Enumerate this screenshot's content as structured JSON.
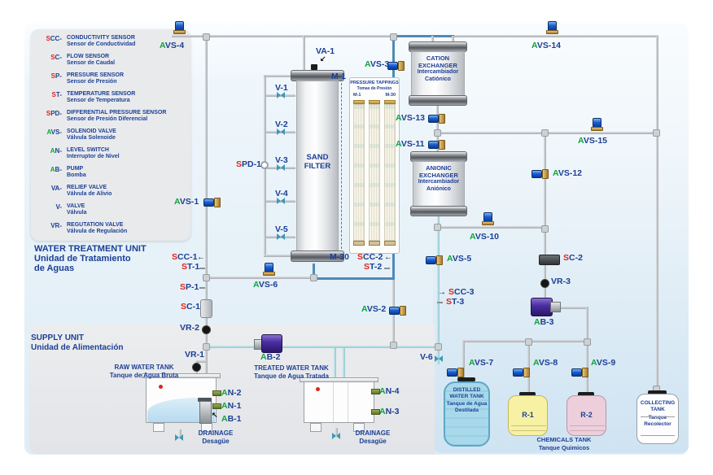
{
  "colors": {
    "navy": "#1c3f94",
    "red": "#e1251b",
    "green": "#0ca53c",
    "pipe_gray": "#b0b5b9",
    "pipe_teal": "#8cc8d0",
    "pipe_blue": "#4e8ab8",
    "pump_purple": "#4b2fa4",
    "tank_yellow": "#f7f1a3",
    "tank_pink": "#eccfda",
    "tank_blue": "#a8d9ea"
  },
  "sections": {
    "water_treatment": {
      "en": "WATER TREATMENT UNIT",
      "es1": "Unidad de Tratamiento",
      "es2": "de Aguas"
    },
    "supply": {
      "en": "SUPPLY UNIT",
      "es": "Unidad de Alimentación"
    }
  },
  "legend": {
    "items": [
      {
        "pre": "S",
        "rest": "CC-",
        "en": "CONDUCTIVITY SENSOR",
        "es": "Sensor de Conductividad"
      },
      {
        "pre": "S",
        "rest": "C-",
        "en": "FLOW SENSOR",
        "es": "Sensor de Caudal"
      },
      {
        "pre": "S",
        "rest": "P-",
        "en": "PRESSURE SENSOR",
        "es": "Sensor de Presión"
      },
      {
        "pre": "S",
        "rest": "T-",
        "en": "TEMPERATURE SENSOR",
        "es": "Sensor de Temperatura"
      },
      {
        "pre": "S",
        "rest": "PD-",
        "en": "DIFFERENTIAL PRESSURE SENSOR",
        "es": "Sensor de Presión Diferencial"
      },
      {
        "pre": "A",
        "rest": "VS-",
        "en": "SOLENOID VALVE",
        "es": "Válvula Solenoide"
      },
      {
        "pre": "A",
        "rest": "N-",
        "en": "LEVEL SWITCH",
        "es": "Interruptor de Nivel"
      },
      {
        "pre": "A",
        "rest": "B-",
        "en": "PUMP",
        "es": "Bomba"
      },
      {
        "pre": "",
        "rest": "VA-",
        "en": "RELIEF VALVE",
        "es": "Válvula de Alivio"
      },
      {
        "pre": "",
        "rest": "V-",
        "en": "VALVE",
        "es": "Válvula"
      },
      {
        "pre": "",
        "rest": "VR-",
        "en": "REGUTATION VALVE",
        "es": "Válvula de Regulación"
      }
    ]
  },
  "labels": {
    "avs1": {
      "pre": "A",
      "rest": "VS-1"
    },
    "avs2": {
      "pre": "A",
      "rest": "VS-2"
    },
    "avs3": {
      "pre": "A",
      "rest": "VS-3"
    },
    "avs4": {
      "pre": "A",
      "rest": "VS-4"
    },
    "avs5": {
      "pre": "A",
      "rest": "VS-5"
    },
    "avs6": {
      "pre": "A",
      "rest": "VS-6"
    },
    "avs7": {
      "pre": "A",
      "rest": "VS-7"
    },
    "avs8": {
      "pre": "A",
      "rest": "VS-8"
    },
    "avs9": {
      "pre": "A",
      "rest": "VS-9"
    },
    "avs10": {
      "pre": "A",
      "rest": "VS-10"
    },
    "avs11": {
      "pre": "A",
      "rest": "VS-11"
    },
    "avs12": {
      "pre": "A",
      "rest": "VS-12"
    },
    "avs13": {
      "pre": "A",
      "rest": "VS-13"
    },
    "avs14": {
      "pre": "A",
      "rest": "VS-14"
    },
    "avs15": {
      "pre": "A",
      "rest": "VS-15"
    },
    "an1": {
      "pre": "A",
      "rest": "N-1"
    },
    "an2": {
      "pre": "A",
      "rest": "N-2"
    },
    "an3": {
      "pre": "A",
      "rest": "N-3"
    },
    "an4": {
      "pre": "A",
      "rest": "N-4"
    },
    "ab1": {
      "pre": "A",
      "rest": "B-1"
    },
    "ab2": {
      "pre": "A",
      "rest": "B-2"
    },
    "ab3": {
      "pre": "A",
      "rest": "B-3"
    },
    "scc1": {
      "pre": "S",
      "rest": "CC-1"
    },
    "scc2": {
      "pre": "S",
      "rest": "CC-2"
    },
    "scc3": {
      "pre": "S",
      "rest": "CC-3"
    },
    "sc1": {
      "pre": "S",
      "rest": "C-1"
    },
    "sc2": {
      "pre": "S",
      "rest": "C-2"
    },
    "sp1": {
      "pre": "S",
      "rest": "P-1"
    },
    "st1": {
      "pre": "S",
      "rest": "T-1"
    },
    "st2": {
      "pre": "S",
      "rest": "T-2"
    },
    "st3": {
      "pre": "S",
      "rest": "T-3"
    },
    "spd1": {
      "pre": "S",
      "rest": "PD-1"
    },
    "va1": {
      "pre": "",
      "rest": "VA-1"
    },
    "v1": {
      "pre": "",
      "rest": "V-1"
    },
    "v2": {
      "pre": "",
      "rest": "V-2"
    },
    "v3": {
      "pre": "",
      "rest": "V-3"
    },
    "v4": {
      "pre": "",
      "rest": "V-4"
    },
    "v5": {
      "pre": "",
      "rest": "V-5"
    },
    "v6": {
      "pre": "",
      "rest": "V-6"
    },
    "vr1": {
      "pre": "",
      "rest": "VR-1"
    },
    "vr2": {
      "pre": "",
      "rest": "VR-2"
    },
    "vr3": {
      "pre": "",
      "rest": "VR-3"
    },
    "m1": {
      "pre": "",
      "rest": "M-1"
    },
    "m30": {
      "pre": "",
      "rest": "M-30"
    }
  },
  "filter": {
    "name": "SAND FILTER"
  },
  "tappings": {
    "title": "PRESSURE TAPPINGS",
    "sub": "Tomas de Presión",
    "m1": "M-1",
    "m30": "M-30"
  },
  "exchangers": {
    "cation": {
      "en": "CATION EXCHANGER",
      "es": "Intercambiador Catiónico"
    },
    "anionic": {
      "en": "ANIONIC EXCHANGER",
      "es": "Intercambiador Aniónico"
    }
  },
  "tanks": {
    "raw": {
      "en": "RAW WATER TANK",
      "es": "Tanque de Agua Bruta"
    },
    "treated": {
      "en": "TREATED WATER TANK",
      "es": "Tanque de Agua Tratada"
    },
    "distilled": {
      "en": "DISTILLED WATER TANK",
      "es": "Tanque de Agua Destilada"
    },
    "r1": "R-1",
    "r2": "R-2",
    "chemicals": {
      "en": "CHEMICALS TANK",
      "es": "Tanque Quimicos"
    },
    "collecting": {
      "en": "COLLECTING TANK",
      "es": "Tanque Recolector"
    },
    "drainage": {
      "en": "DRAINAGE",
      "es": "Desagüe"
    }
  }
}
